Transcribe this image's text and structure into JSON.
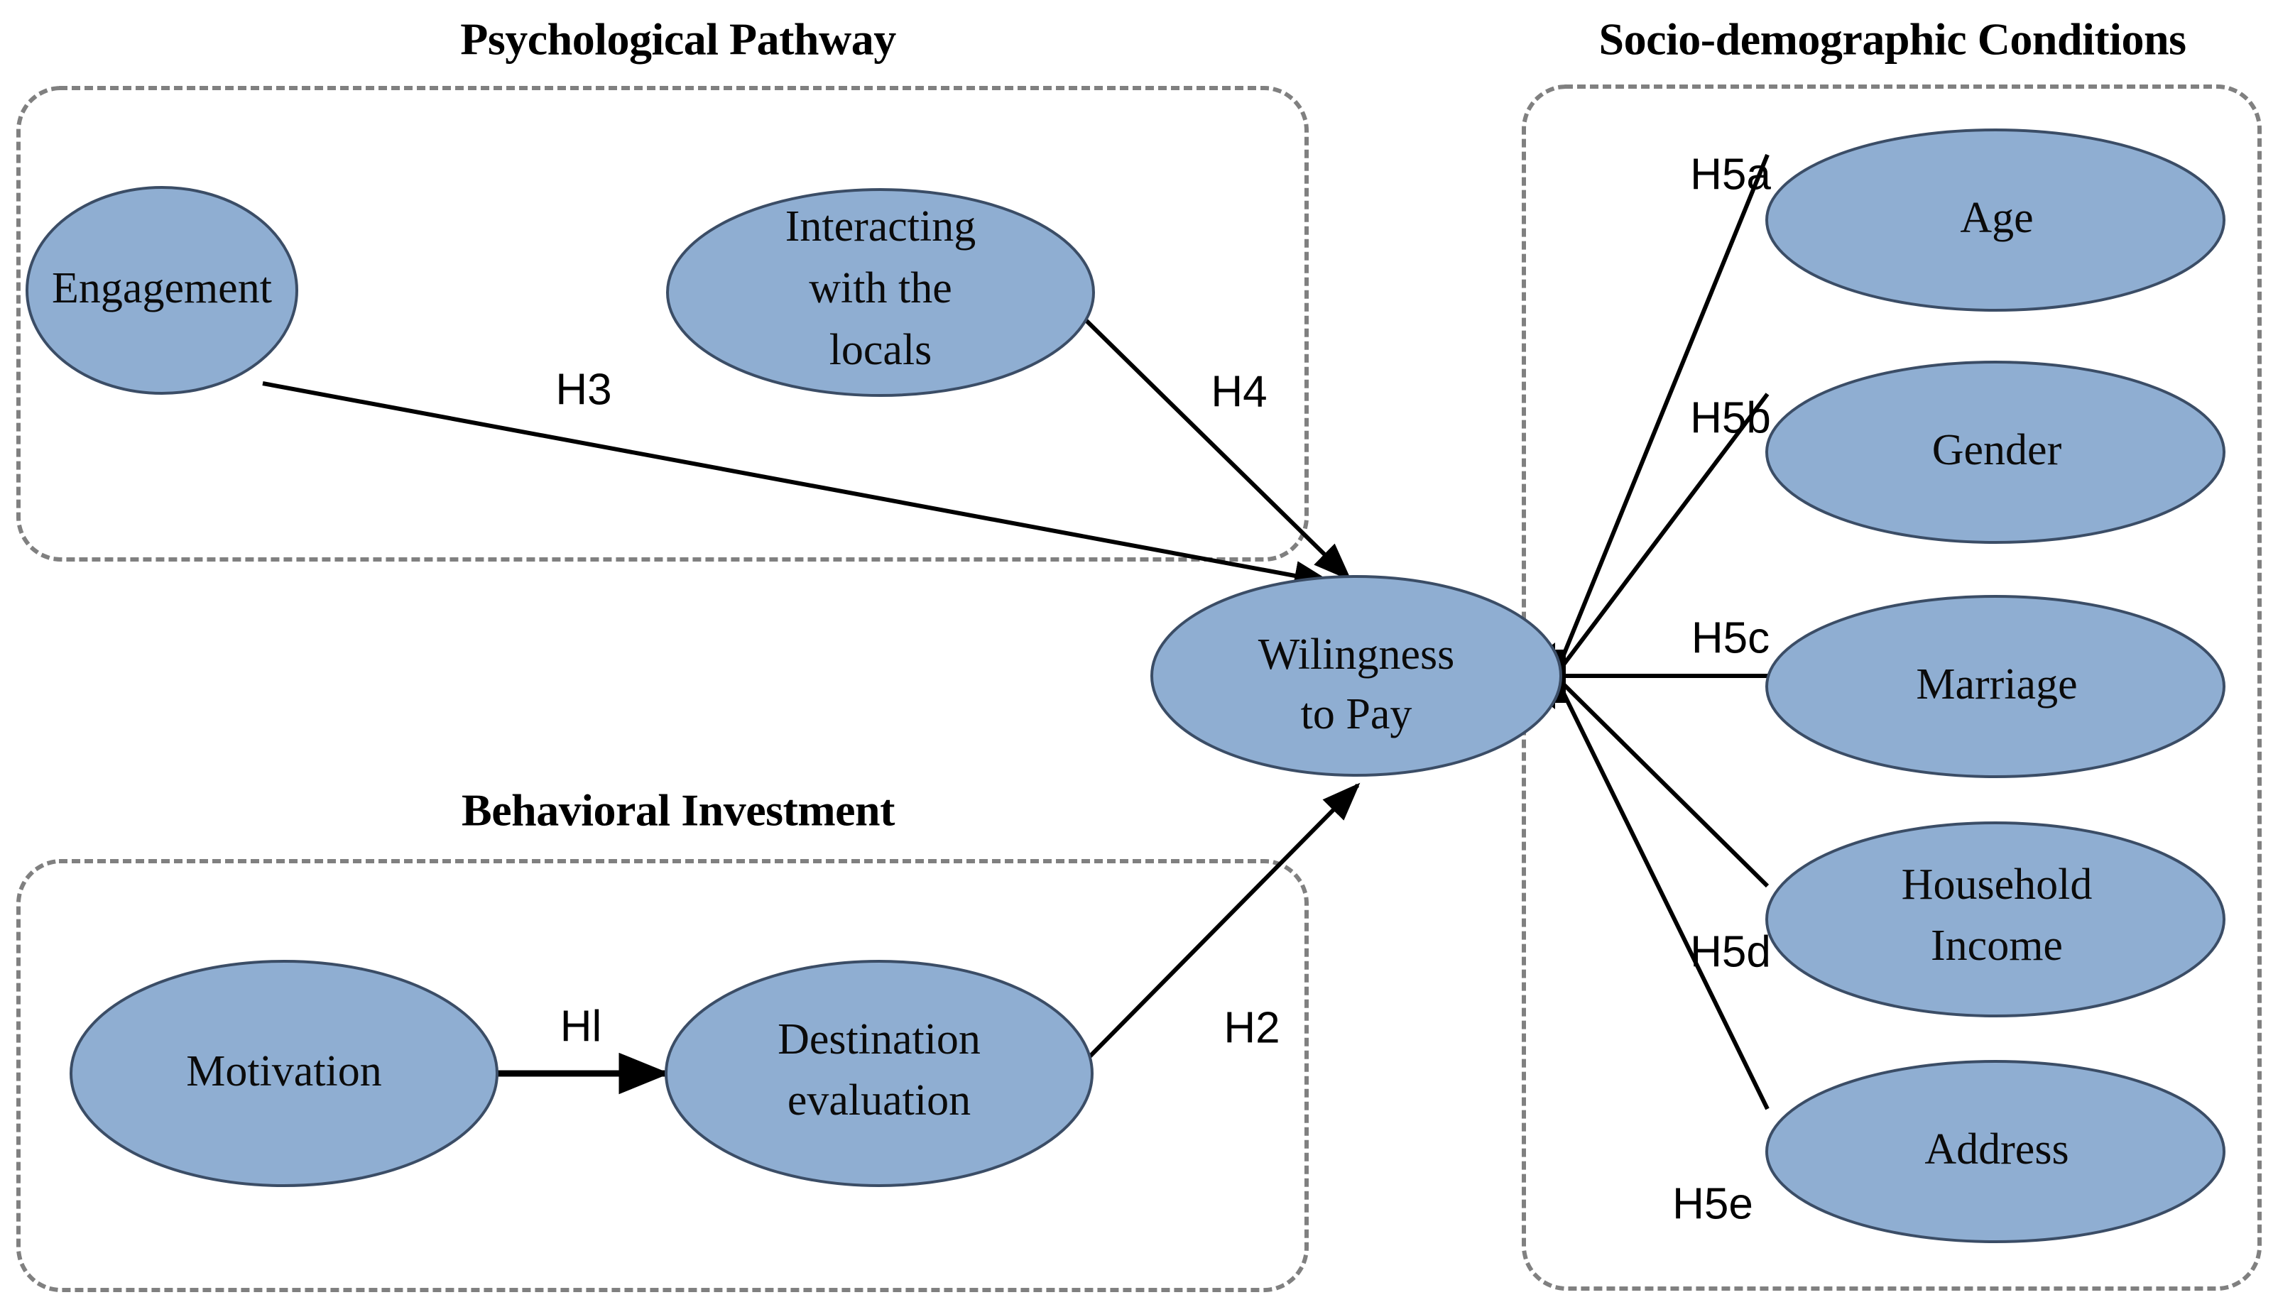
{
  "figure": {
    "type": "conceptual-model-diagram",
    "background_color": "#ffffff",
    "node_fill_color": "#8FAED2",
    "node_stroke_color": "#3b4d66",
    "group_box_color": "#808080",
    "edge_color": "#000000"
  },
  "groups": [
    {
      "id": "psychological-pathway",
      "title": "Psychological Pathway"
    },
    {
      "id": "behavioral-investment",
      "title": "Behavioral Investment"
    },
    {
      "id": "socio-demographic-conditions",
      "title": "Socio-demographic Conditions"
    }
  ],
  "nodes": {
    "engagement": {
      "label": "Engagement"
    },
    "interacting": {
      "line1": "Interacting",
      "line2": "with the",
      "line3": "locals"
    },
    "willingness": {
      "line1": "Wilingness",
      "line2": "to Pay"
    },
    "motivation": {
      "label": "Motivation"
    },
    "destination": {
      "line1": "Destination",
      "line2": "evaluation"
    },
    "age": {
      "label": "Age"
    },
    "gender": {
      "label": "Gender"
    },
    "marriage": {
      "label": "Marriage"
    },
    "household_income": {
      "line1": "Household",
      "line2": "Income"
    },
    "address": {
      "label": "Address"
    }
  },
  "hypotheses": [
    {
      "id": "H1",
      "label": "Hl",
      "from": "motivation",
      "to": "destination"
    },
    {
      "id": "H2",
      "label": "H2",
      "from": "destination",
      "to": "willingness"
    },
    {
      "id": "H3",
      "label": "H3",
      "from": "engagement",
      "to": "willingness"
    },
    {
      "id": "H4",
      "label": "H4",
      "from": "interacting",
      "to": "willingness"
    },
    {
      "id": "H5a",
      "label": "H5a",
      "from": "age",
      "to": "willingness"
    },
    {
      "id": "H5b",
      "label": "H5b",
      "from": "gender",
      "to": "willingness"
    },
    {
      "id": "H5c",
      "label": "H5c",
      "from": "marriage",
      "to": "willingness"
    },
    {
      "id": "H5d",
      "label": "H5d",
      "from": "household_income",
      "to": "willingness"
    },
    {
      "id": "H5e",
      "label": "H5e",
      "from": "address",
      "to": "willingness"
    }
  ]
}
